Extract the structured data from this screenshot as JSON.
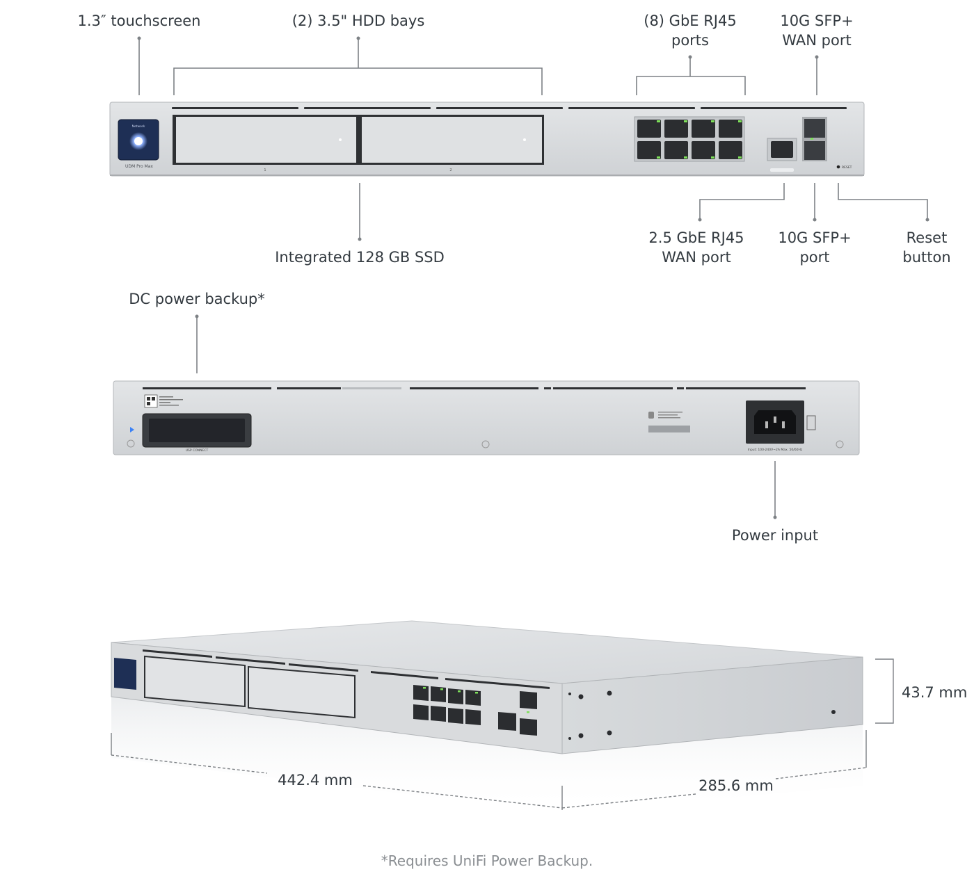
{
  "front": {
    "callouts": {
      "touchscreen": "1.3″ touchscreen",
      "hdd_bays": "(2) 3.5\" HDD bays",
      "gbe_ports_line1": "(8) GbE RJ45",
      "gbe_ports_line2": "ports",
      "sfp_wan_line1": "10G SFP+",
      "sfp_wan_line2": "WAN port",
      "ssd": "Integrated 128 GB SSD",
      "rj45_wan_line1": "2.5 GbE RJ45",
      "rj45_wan_line2": "WAN port",
      "sfp_port_line1": "10G SFP+",
      "sfp_port_line2": "port",
      "reset_line1": "Reset",
      "reset_line2": "button"
    },
    "device_text": {
      "screen_title": "Network",
      "model_label": "UDM Pro Max",
      "bay1_num": "1",
      "bay2_num": "2",
      "reset_label": "RESET"
    }
  },
  "back": {
    "callouts": {
      "dc_power": "DC power backup*",
      "power_input": "Power input"
    },
    "device_text": {
      "usp_label": "USP CONNECT",
      "input_label": "Input: 100-240V~2A Max. 50/60Hz"
    }
  },
  "dimensions": {
    "height": "43.7 mm",
    "width": "442.4 mm",
    "depth": "285.6 mm"
  },
  "footnote": "*Requires UniFi Power Backup.",
  "colors": {
    "chassis": "#d6d8da",
    "chassis_dark": "#b9bcbf",
    "slot": "#2e3033",
    "led_green": "#7ee05a",
    "screen_blue": "#1e2f55",
    "text": "#333a40",
    "leader": "#7d8185"
  }
}
